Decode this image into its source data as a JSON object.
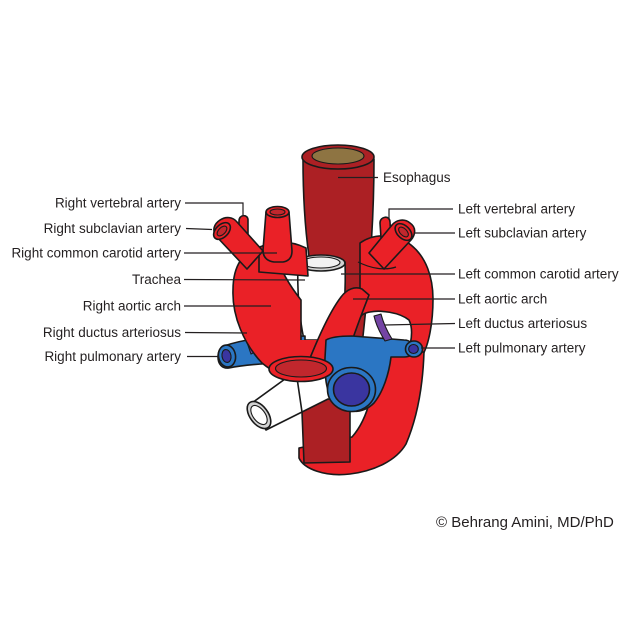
{
  "diagram": {
    "credit": "© Behrang Amini, MD/PhD",
    "labels_left": [
      {
        "text": "Right vertebral artery"
      },
      {
        "text": "Right subclavian artery"
      },
      {
        "text": "Right common carotid artery"
      },
      {
        "text": "Trachea"
      },
      {
        "text": "Right aortic arch"
      },
      {
        "text": "Right ductus arteriosus"
      },
      {
        "text": "Right pulmonary artery"
      }
    ],
    "labels_right": [
      {
        "text": "Esophagus"
      },
      {
        "text": "Left vertebral artery"
      },
      {
        "text": "Left subclavian artery"
      },
      {
        "text": "Left common carotid artery"
      },
      {
        "text": "Left aortic arch"
      },
      {
        "text": "Left ductus arteriosus"
      },
      {
        "text": "Left pulmonary artery"
      }
    ],
    "colors": {
      "artery_red": "#EA2127",
      "artery_lumen_red": "#C1272D",
      "esophagus_red": "#AC2024",
      "esophagus_lumen_tan": "#8E7442",
      "pulmonary_blue": "#2B76C3",
      "pulmonary_lumen_navy": "#3A35A0",
      "ductus_purple": "#7444A4",
      "trachea_ring_gray": "#D2D2D2",
      "outline_black": "#1A1A1A",
      "label_text": "#231F20"
    }
  }
}
